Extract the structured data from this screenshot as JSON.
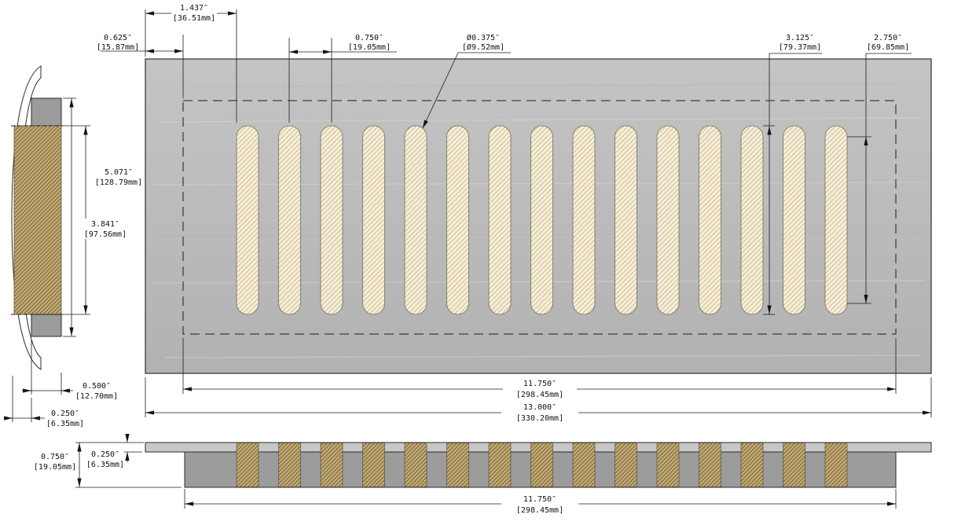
{
  "dims": {
    "first_slot_offset": {
      "in": "1.437″",
      "mm": "[36.51mm]"
    },
    "edge_margin": {
      "in": "0.625″",
      "mm": "[15.87mm]"
    },
    "slot_pitch": {
      "in": "0.750″",
      "mm": "[19.05mm]"
    },
    "slot_diameter": {
      "in": "Ø0.375″",
      "mm": "[Ø9.52mm]"
    },
    "slot_length": {
      "in": "3.125″",
      "mm": "[79.37mm]"
    },
    "slot_straight": {
      "in": "2.750″",
      "mm": "[69.85mm]"
    },
    "overall_height": {
      "in": "5.071″",
      "mm": "[128.79mm]"
    },
    "opening_height": {
      "in": "3.841″",
      "mm": "[97.56mm]"
    },
    "damper_depth": {
      "in": "0.500″",
      "mm": "[12.70mm]"
    },
    "flange_lip": {
      "in": "0.250″",
      "mm": "[6.35mm]"
    },
    "opening_width": {
      "in": "11.750″",
      "mm": "[298.45mm]"
    },
    "overall_width": {
      "in": "13.000″",
      "mm": "[330.20mm]"
    },
    "profile_height": {
      "in": "0.750″",
      "mm": "[19.05mm]"
    },
    "profile_lip": {
      "in": "0.250″",
      "mm": "[6.35mm]"
    },
    "profile_opening_width": {
      "in": "11.750″",
      "mm": "[298.45mm]"
    }
  },
  "slot_count": 15,
  "colors": {
    "plate_light": "#c4c4c4",
    "plate_dark": "#b2b2b2",
    "slot_fill": "#f6eed8",
    "slot_hatch": "#cfbf96",
    "section_fill": "#c3aa73",
    "section_hatch": "#77663d",
    "gray_block": "#9c9c9c",
    "profile_strip": "#c7c7c7",
    "profile_bar": "#9c9c9c",
    "dim_line": "#1c1c1c"
  }
}
